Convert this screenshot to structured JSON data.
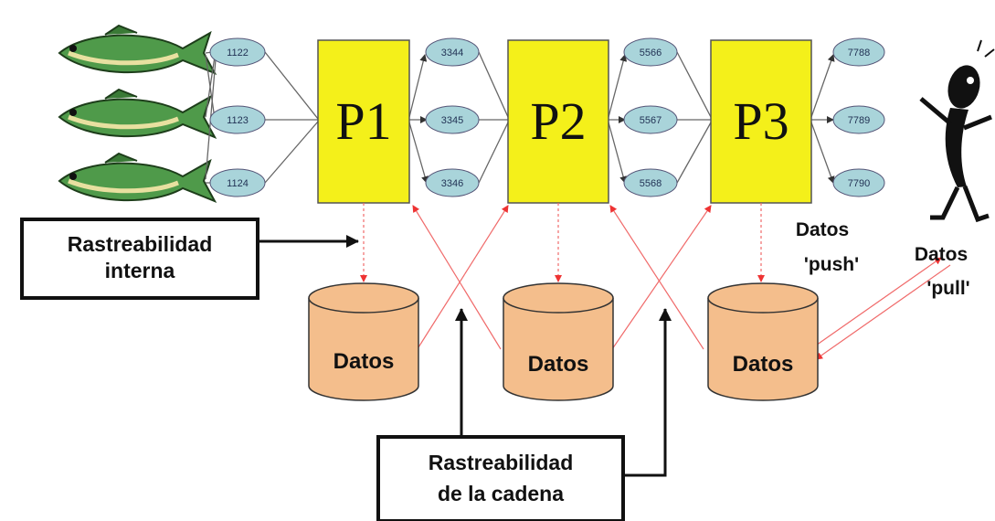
{
  "processes": [
    {
      "label": "P1"
    },
    {
      "label": "P2"
    },
    {
      "label": "P3"
    }
  ],
  "lot_nodes": {
    "input": [
      "1122",
      "1123",
      "1124"
    ],
    "p1_out": [
      "3344",
      "3345",
      "3346"
    ],
    "p2_out": [
      "5566",
      "5567",
      "5568"
    ],
    "p3_out": [
      "7788",
      "7789",
      "7790"
    ]
  },
  "databases": [
    {
      "label": "Datos"
    },
    {
      "label": "Datos"
    },
    {
      "label": "Datos"
    }
  ],
  "labels": {
    "internal_box_line1": "Rastreabilidad",
    "internal_box_line2": "interna",
    "chain_box_line1": "Rastreabilidad",
    "chain_box_line2": "de la cadena",
    "push_line1": "Datos",
    "push_line2": "'push'",
    "pull_line1": "Datos",
    "pull_line2": "'pull'"
  },
  "colors": {
    "process_fill": "#f4f01a",
    "node_fill": "#a9d4da",
    "db_fill": "#f4be8c",
    "red_link": "#f06a6a",
    "fish_green": "#4f9a4a"
  }
}
